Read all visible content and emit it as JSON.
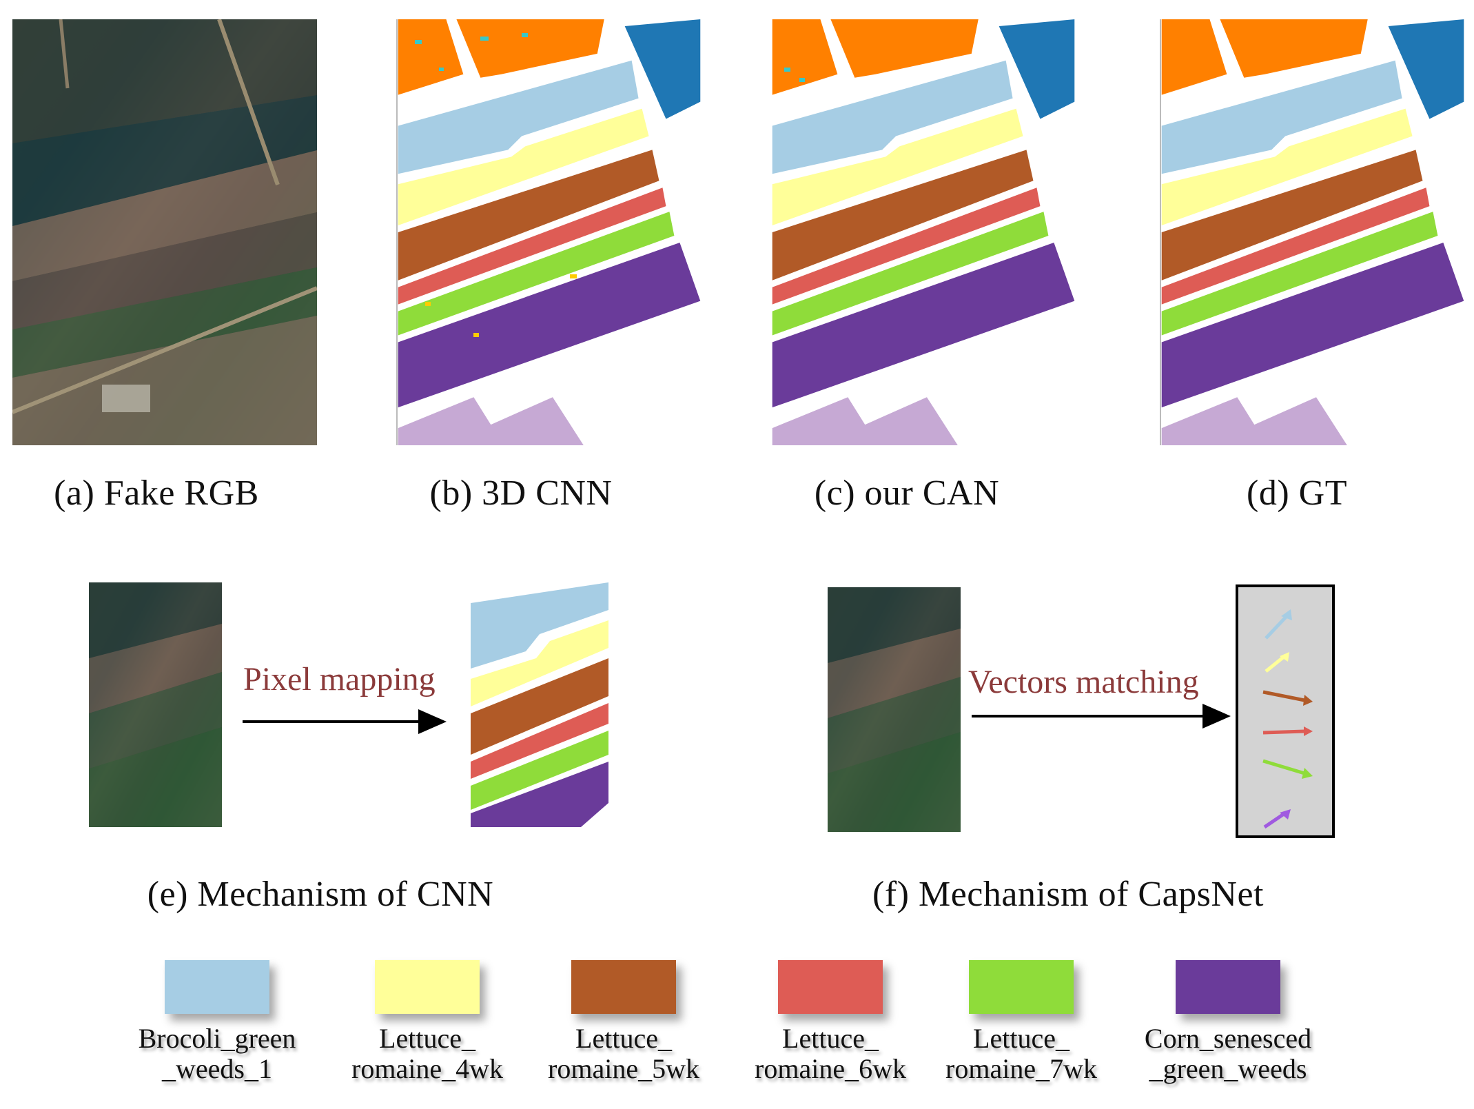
{
  "captions": {
    "a": "(a) Fake RGB",
    "b": "(b) 3D CNN",
    "c": "(c) our CAN",
    "d": "(d) GT",
    "e": "(e) Mechanism of CNN",
    "f": "(f) Mechanism of CapsNet"
  },
  "arrows": {
    "cnn_label": "Pixel mapping",
    "caps_label": "Vectors matching"
  },
  "colors": {
    "orange": "#ff8000",
    "blue": "#1f77b4",
    "lightblue": "#a6cde4",
    "yellow": "#ffff99",
    "brown": "#b15a27",
    "red": "#de5c55",
    "green": "#8fdc3a",
    "purple": "#6a3b9a",
    "lavender": "#c6a9d4",
    "arrow_text": "#8b3a3a"
  },
  "legend": [
    {
      "label": "Brocoli_green\n_weeds_1",
      "color": "#a6cde4"
    },
    {
      "label": "Lettuce_\nromaine_4wk",
      "color": "#ffff99"
    },
    {
      "label": "Lettuce_\nromaine_5wk",
      "color": "#b15a27"
    },
    {
      "label": "Lettuce_\nromaine_6wk",
      "color": "#de5c55"
    },
    {
      "label": "Lettuce_\nromaine_7wk",
      "color": "#8fdc3a"
    },
    {
      "label": "Corn_senesced\n_green_weeds",
      "color": "#6a3b9a"
    }
  ]
}
